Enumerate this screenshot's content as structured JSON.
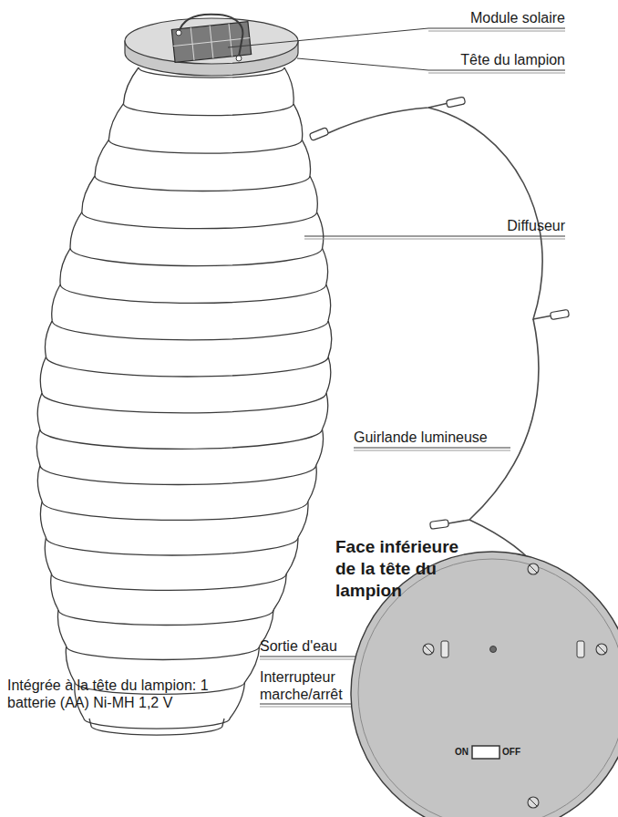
{
  "diagram": {
    "labels": [
      "Module solaire",
      "Tête du lampion",
      "Diffuseur",
      "Guirlande lumineuse",
      "Face inférieure de la tête du lampion",
      "Sortie d'eau",
      "Interrupteur marche/arrêt",
      "Intégrée à la tête du lampion: 1 batterie (AA) Ni-MH 1,2 V",
      "ON",
      "OFF"
    ]
  }
}
